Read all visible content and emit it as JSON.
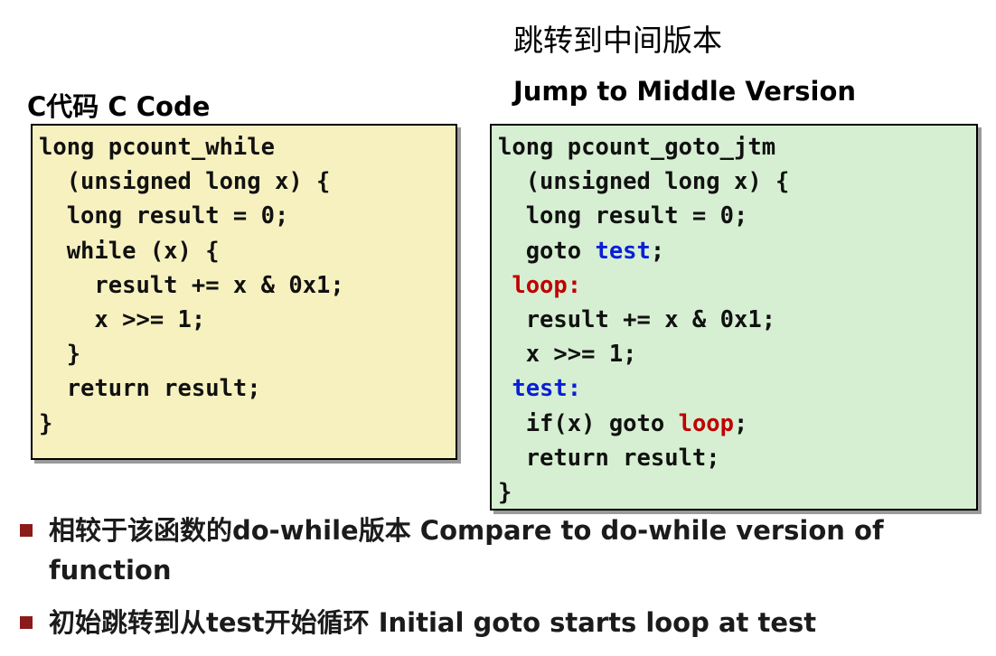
{
  "headings": {
    "zh_title": "跳转到中间版本",
    "en_title": "Jump to Middle Version",
    "c_title": "C代码 C Code"
  },
  "c_code": {
    "lines": [
      "long pcount_while",
      "  (unsigned long x) {",
      "  long result = 0;",
      "  while (x) {",
      "    result += x & 0x1;",
      "    x >>= 1;",
      "  }",
      "  return result;",
      "}"
    ]
  },
  "goto_code": {
    "lines": [
      "long pcount_goto_jtm",
      "  (unsigned long x) {",
      "  long result = 0;",
      "  goto ",
      " loop:",
      "  result += x & 0x1;",
      "  x >>= 1;",
      " test:",
      "  if(x) goto ",
      "  return result;",
      "}"
    ],
    "goto_target": "test",
    "goto_suffix": ";",
    "if_target": "loop",
    "if_suffix": ";"
  },
  "bullets": [
    {
      "text": "相较于该函数的do-while版本 Compare to do-while version of function"
    },
    {
      "text": "初始跳转到从test开始循环 Initial goto starts loop at test"
    }
  ],
  "colors": {
    "c_box_bg": "#f7f1c0",
    "goto_box_bg": "#d6efd2",
    "label_red": "#c00000",
    "label_blue": "#0a1ed8",
    "bullet_square": "#8b1a1a"
  }
}
